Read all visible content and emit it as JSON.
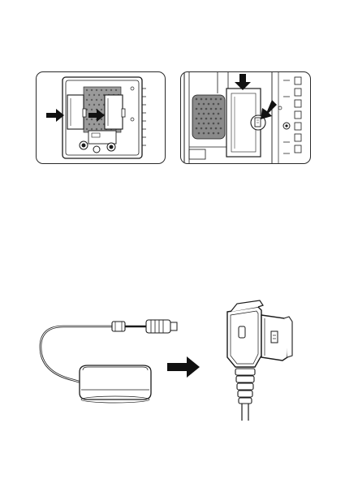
{
  "figures": [
    {
      "id": "rear-view-insert-batteries",
      "icon": "monitor-rear-with-battery-arrows"
    },
    {
      "id": "side-view-battery-latch",
      "icon": "monitor-side-with-latch-arrows"
    },
    {
      "id": "ac-power-adapter",
      "icon": "ac-adapter-with-cable"
    },
    {
      "id": "dtap-connector",
      "icon": "dtap-plug"
    }
  ],
  "colors": {
    "line": "#1a1a1a",
    "frame": "#2a2a2a",
    "arrow": "#111111",
    "mesh": "#6a6a6a"
  }
}
